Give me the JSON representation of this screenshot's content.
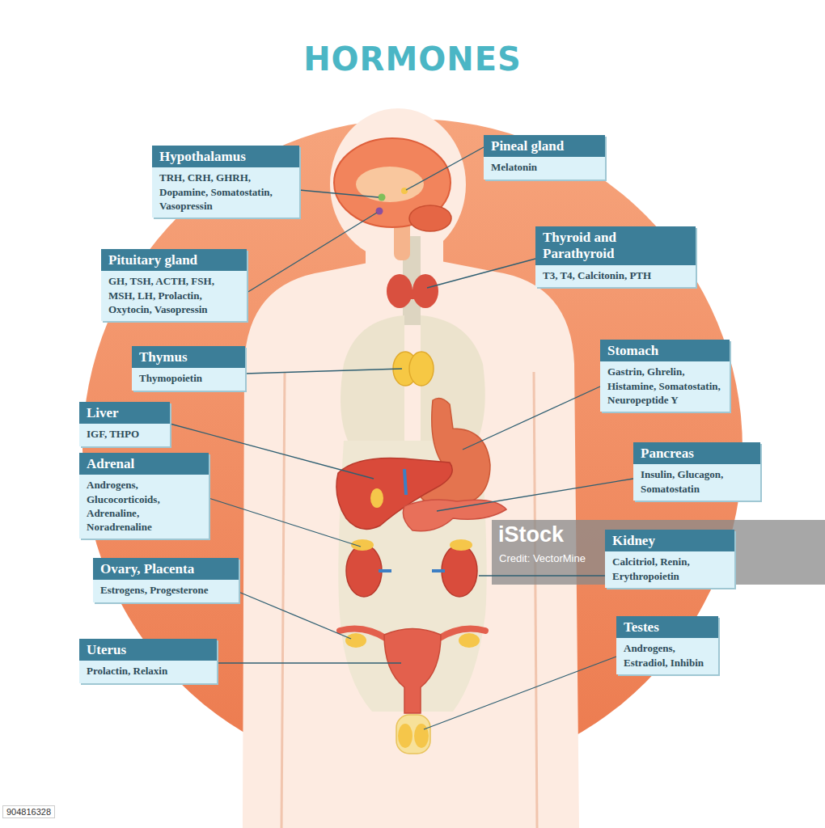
{
  "diagram": {
    "title": "HORMONES",
    "nodes": [
      {
        "text": [
          "Hypothalamus",
          "TRH, CRH, GHRH, Dopamine, Somatostatin, Vasopressin"
        ]
      },
      {
        "text": [
          "Pineal gland",
          "Melatonin"
        ]
      },
      {
        "text": [
          "Pituitary gland",
          "GH, TSH, ACTH, FSH, MSH, LH, Prolactin, Oxytocin, Vasopressin"
        ]
      },
      {
        "text": [
          "Thyroid and Parathyroid",
          "T3, T4, Calcitonin, PTH"
        ]
      },
      {
        "text": [
          "Thymus",
          "Thymopoietin"
        ]
      },
      {
        "text": [
          "Stomach",
          "Gastrin, Ghrelin, Histamine, Somatostatin, Neuropeptide Y"
        ]
      },
      {
        "text": [
          "Liver",
          "IGF, THPO"
        ]
      },
      {
        "text": [
          "Adrenal",
          "Androgens, Glucocorticoids, Adrenaline, Noradrenaline"
        ]
      },
      {
        "text": [
          "Pancreas",
          "Insulin, Glucagon, Somatostatin"
        ]
      },
      {
        "text": [
          "Kidney",
          "Calcitriol, Renin, Erythropoietin"
        ]
      },
      {
        "text": [
          "Ovary, Placenta",
          "Estrogens, Progesterone"
        ]
      },
      {
        "text": [
          "Uterus",
          "Prolactin, Relaxin"
        ]
      },
      {
        "text": [
          "Testes",
          "Androgens, Estradiol, Inhibin"
        ]
      }
    ],
    "labels": [
      "iStock",
      "Credit: VectorMine",
      "904816328"
    ]
  }
}
